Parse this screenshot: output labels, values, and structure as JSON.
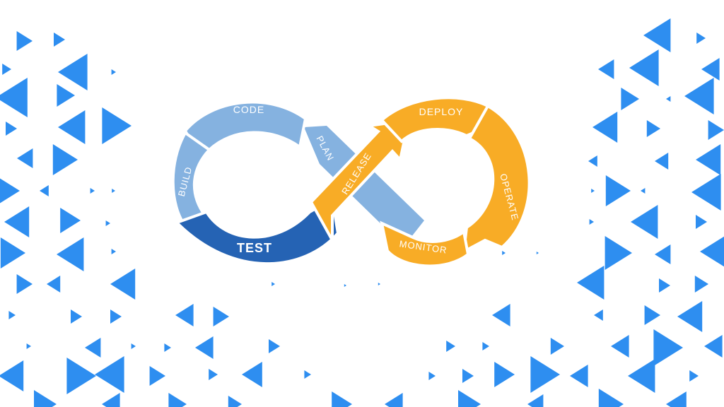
{
  "colors": {
    "background": "#ffffff",
    "triangle": "#2e8ef0",
    "light_blue": "#85b2e0",
    "dark_blue": "#2563b4",
    "orange": "#f8ac26",
    "label": "#ffffff"
  },
  "stages": {
    "plan": "PLAN",
    "code": "CODE",
    "build": "BUILD",
    "test": "TEST",
    "release": "RELEASE",
    "deploy": "DEPLOY",
    "operate": "OPERATE",
    "monitor": "MONITOR"
  }
}
